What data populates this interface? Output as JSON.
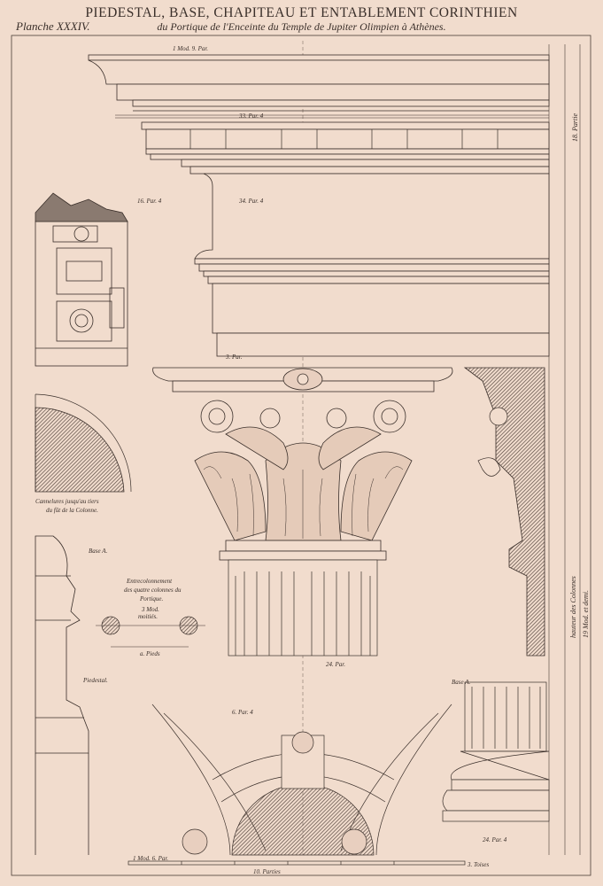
{
  "plate": {
    "title": "PIEDESTAL, BASE, CHAPITEAU ET ENTABLEMENT CORINTHIEN",
    "subtitle": "du Portique de l'Enceinte du Temple de Jupiter Olimpien à Athènes.",
    "planche": "Planche XXXIV."
  },
  "labels": {
    "cannelure": "Cannelures jusqu'au tiers",
    "cannelure2": "du fût de la Colonne.",
    "base_a": "Base A.",
    "base_a2": "Base A.",
    "piedestal": "Piedestal.",
    "entrecolonnement1": "Entrecolonnement",
    "entrecolonnement2": "des quatre colonnes du",
    "entrecolonnement3": "Portique.",
    "entrecolonnement4": "3 Mod.",
    "entrecolonnement5": "moitiés.",
    "pieds": "a. Pieds",
    "hauteur1": "hauteur des Colonnes",
    "hauteur2": "19 Mod. et demi.",
    "corniche": "18. Partie",
    "toises": "3. Toises",
    "mod_top": "1 Mod.  9. Par.",
    "par_33": "33. Par. 4",
    "par_16": "16. Par. 4",
    "par_34": "34. Par. 4",
    "par_3": "3. Par.",
    "par_24": "24. Par.",
    "par_6": "6. Par. 4",
    "par_24b": "24. Par. 4",
    "par_bottom": "1 Mod.  6. Par.",
    "par_10": "10. Parties"
  }
}
